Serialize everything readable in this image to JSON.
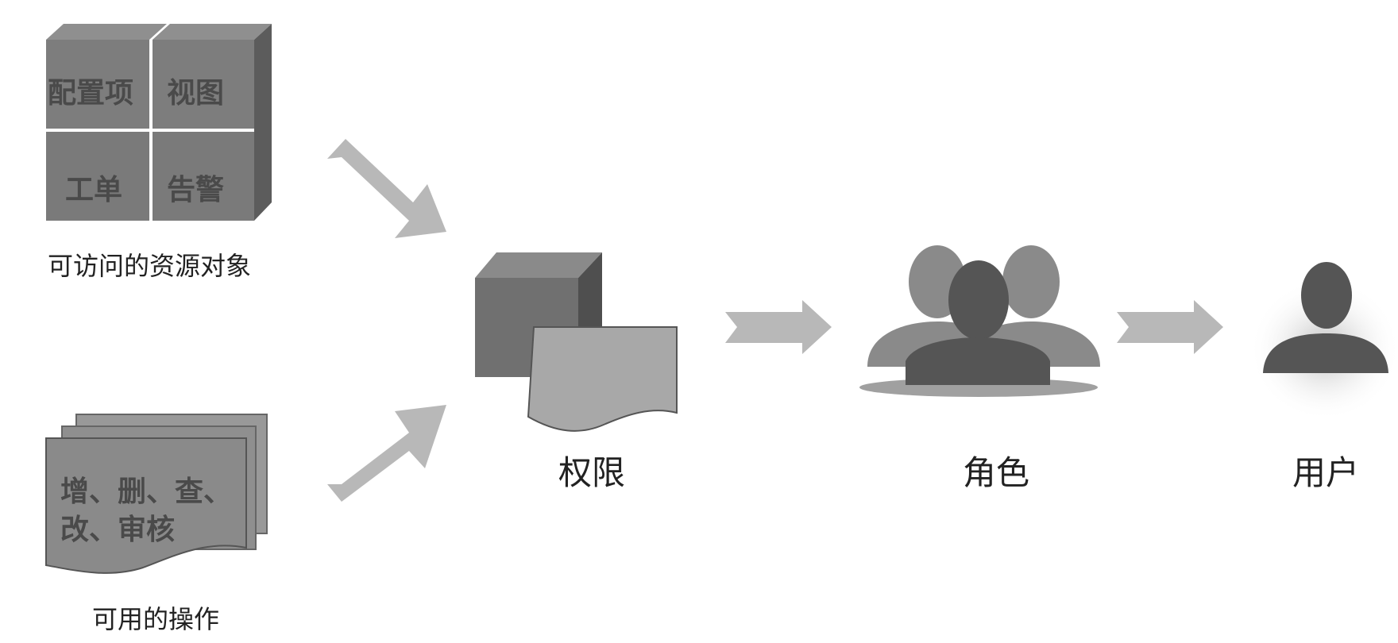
{
  "resources": {
    "items": [
      "配置项",
      "视图",
      "工单",
      "告警"
    ],
    "label": "可访问的资源对象"
  },
  "operations": {
    "line1": "增、删、查、",
    "line2": "改、审核",
    "label": "可用的操作"
  },
  "permission": {
    "label": "权限",
    "icon": "cube-document-icon"
  },
  "role": {
    "label": "角色",
    "icon": "user-group-icon"
  },
  "user": {
    "label": "用户",
    "icon": "user-icon"
  },
  "colors": {
    "box": "#7a7a7a",
    "box_side": "#5e5e5e",
    "arrow": "#b8b8b8",
    "person_dark": "#555555",
    "person_light": "#8a8a8a"
  }
}
